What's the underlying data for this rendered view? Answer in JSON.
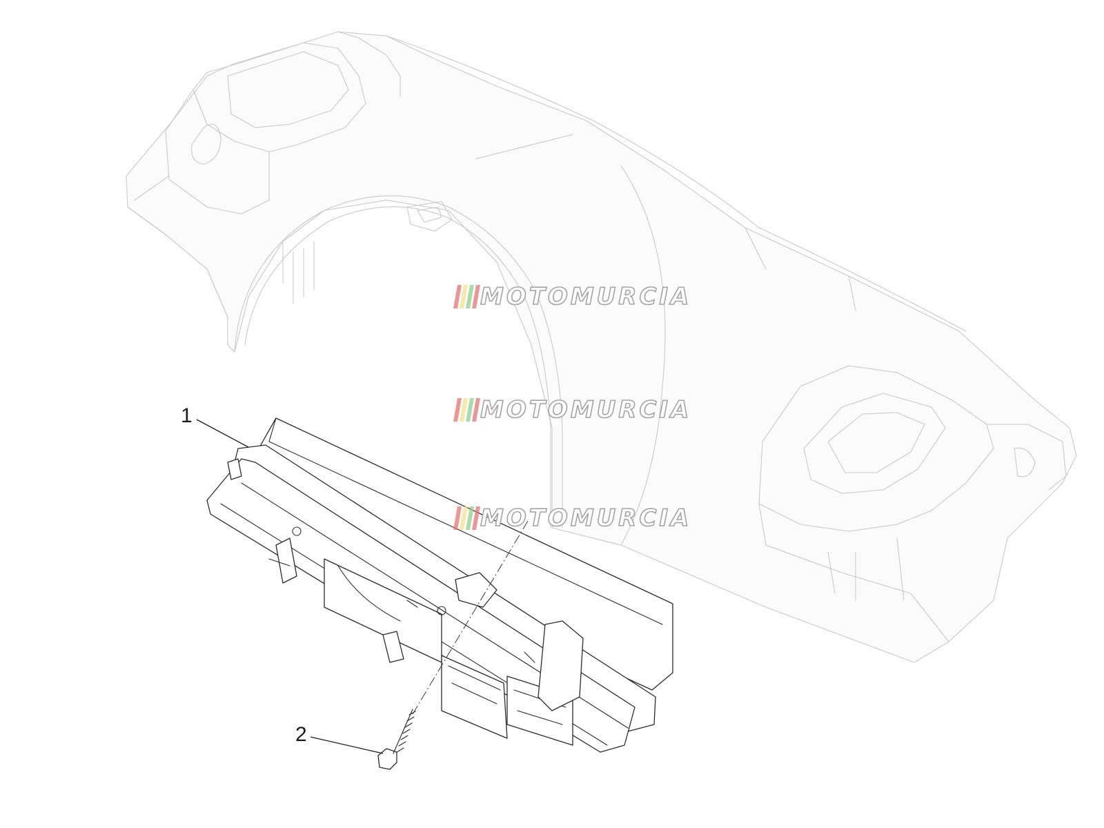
{
  "callouts": [
    {
      "id": "1",
      "label": "1"
    },
    {
      "id": "2",
      "label": "2"
    }
  ],
  "watermark": {
    "text": "MOTOMURCIA",
    "stripe_colors": [
      "#e57373",
      "#f2e38a",
      "#8fcf8f",
      "#e57373"
    ],
    "outline_color": "#a4a4a4"
  },
  "colors": {
    "ghost_line": "#c9c9c9",
    "part_line": "#2a2a2a"
  }
}
